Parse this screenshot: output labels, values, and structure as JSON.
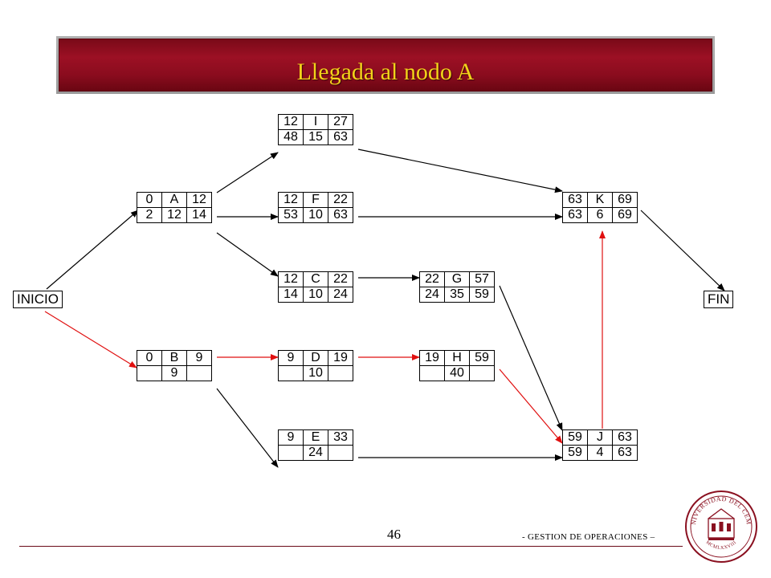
{
  "header": {
    "title": "Llegada al nodo A"
  },
  "start_label": "INICIO",
  "end_label": "FIN",
  "nodes": {
    "I": {
      "r1": [
        "12",
        "I",
        "27"
      ],
      "r2": [
        "48",
        "15",
        "63"
      ]
    },
    "A": {
      "r1": [
        "0",
        "A",
        "12"
      ],
      "r2": [
        "2",
        "12",
        "14"
      ]
    },
    "F": {
      "r1": [
        "12",
        "F",
        "22"
      ],
      "r2": [
        "53",
        "10",
        "63"
      ]
    },
    "K": {
      "r1": [
        "63",
        "K",
        "69"
      ],
      "r2": [
        "63",
        "6",
        "69"
      ]
    },
    "C": {
      "r1": [
        "12",
        "C",
        "22"
      ],
      "r2": [
        "14",
        "10",
        "24"
      ]
    },
    "G": {
      "r1": [
        "22",
        "G",
        "57"
      ],
      "r2": [
        "24",
        "35",
        "59"
      ]
    },
    "B": {
      "r1": [
        "0",
        "B",
        "9"
      ],
      "r2": [
        "",
        "9",
        ""
      ]
    },
    "D": {
      "r1": [
        "9",
        "D",
        "19"
      ],
      "r2": [
        "",
        "10",
        ""
      ]
    },
    "H": {
      "r1": [
        "19",
        "H",
        "59"
      ],
      "r2": [
        "",
        "40",
        ""
      ]
    },
    "E": {
      "r1": [
        "9",
        "E",
        "33"
      ],
      "r2": [
        "",
        "24",
        ""
      ]
    },
    "J": {
      "r1": [
        "59",
        "J",
        "63"
      ],
      "r2": [
        "59",
        "4",
        "63"
      ]
    }
  },
  "colors": {
    "critical": "#e01010",
    "normal": "#000000",
    "banner": "#8a0c1e",
    "title": "#f2d21a"
  },
  "footer": {
    "page_number": "46",
    "course": "- GESTION DE OPERACIONES –"
  },
  "seal": {
    "top_text": "UNIVERSIDAD DEL CEMA",
    "bottom_text": "MCMLXXVIII"
  }
}
